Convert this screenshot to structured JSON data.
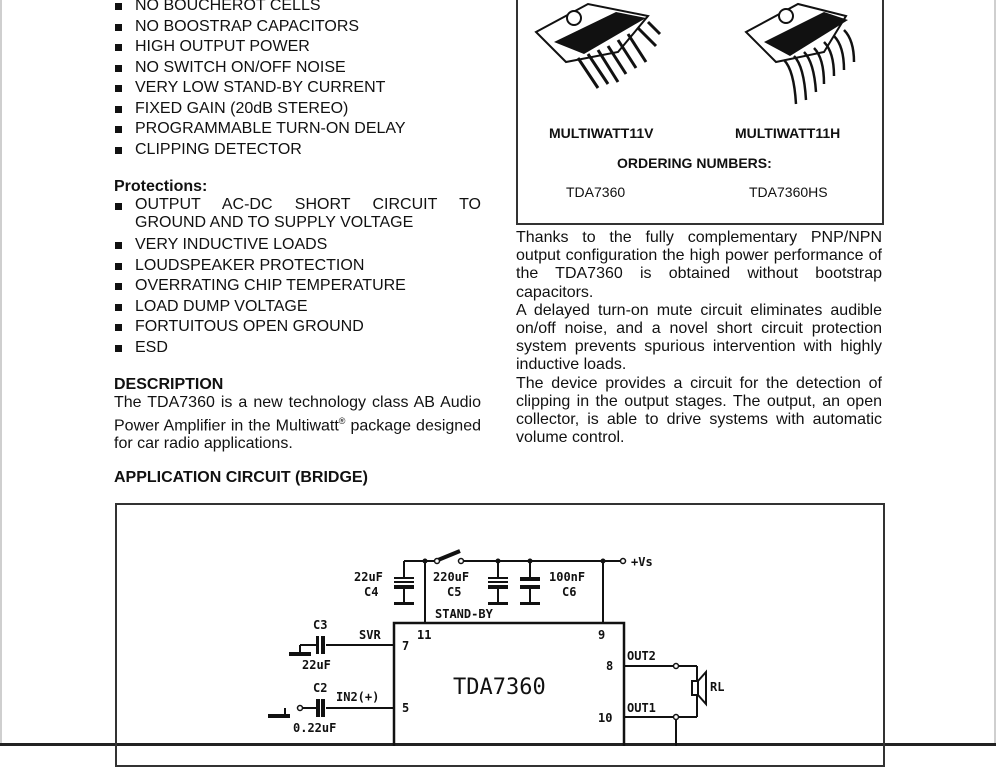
{
  "features": [
    "NO BOUCHEROT CELLS",
    "NO BOOSTRAP CAPACITORS",
    "HIGH OUTPUT POWER",
    "NO SWITCH ON/OFF NOISE",
    "VERY LOW STAND-BY CURRENT",
    "FIXED GAIN (20dB STEREO)",
    "PROGRAMMABLE TURN-ON DELAY",
    "CLIPPING DETECTOR"
  ],
  "protections": {
    "heading": "Protections:",
    "items": [
      "OUTPUT AC-DC SHORT CIRCUIT TO GROUND AND TO SUPPLY VOLTAGE",
      "VERY INDUCTIVE LOADS",
      "LOUDSPEAKER PROTECTION",
      "OVERRATING CHIP TEMPERATURE",
      "LOAD DUMP VOLTAGE",
      "FORTUITOUS OPEN GROUND",
      "ESD"
    ]
  },
  "description": {
    "heading": "DESCRIPTION",
    "text_before": "The TDA7360 is a new technology class AB Audio Power Amplifier in the Multiwatt",
    "superscript": "®",
    "text_after": " package designed for car radio applications."
  },
  "packages": {
    "left_label": "MULTIWATT11V",
    "right_label": "MULTIWATT11H",
    "ordering_heading": "ORDERING NUMBERS:",
    "left_order": "TDA7360",
    "right_order": "TDA7360HS"
  },
  "right_paragraphs": [
    "Thanks to the fully complementary PNP/NPN output configuration the high power performance of the TDA7360 is obtained without bootstrap capacitors.",
    "A delayed turn-on mute circuit eliminates audible on/off noise, and a novel short circuit protection system prevents spurious intervention with highly inductive loads.",
    "The device provides a circuit for the detection of clipping in the output stages. The output, an open collector, is able to drive systems with automatic volume control."
  ],
  "application": {
    "heading": "APPLICATION CIRCUIT (BRIDGE)",
    "labels": {
      "c4_value": "22uF",
      "c4": "C4",
      "c5_value": "220uF",
      "c5": "C5",
      "c6_value": "100nF",
      "c6": "C6",
      "standby": "STAND-BY",
      "vs": "+Vs",
      "c3": "C3",
      "c3_value": "22uF",
      "svr": "SVR",
      "c2": "C2",
      "c2_value": "0.22uF",
      "in2": "IN2(+)",
      "chip": "TDA7360",
      "pin11": "11",
      "pin9": "9",
      "pin7": "7",
      "pin5": "5",
      "pin8": "8",
      "pin10": "10",
      "out2": "OUT2",
      "out1": "OUT1",
      "rl": "RL"
    }
  }
}
